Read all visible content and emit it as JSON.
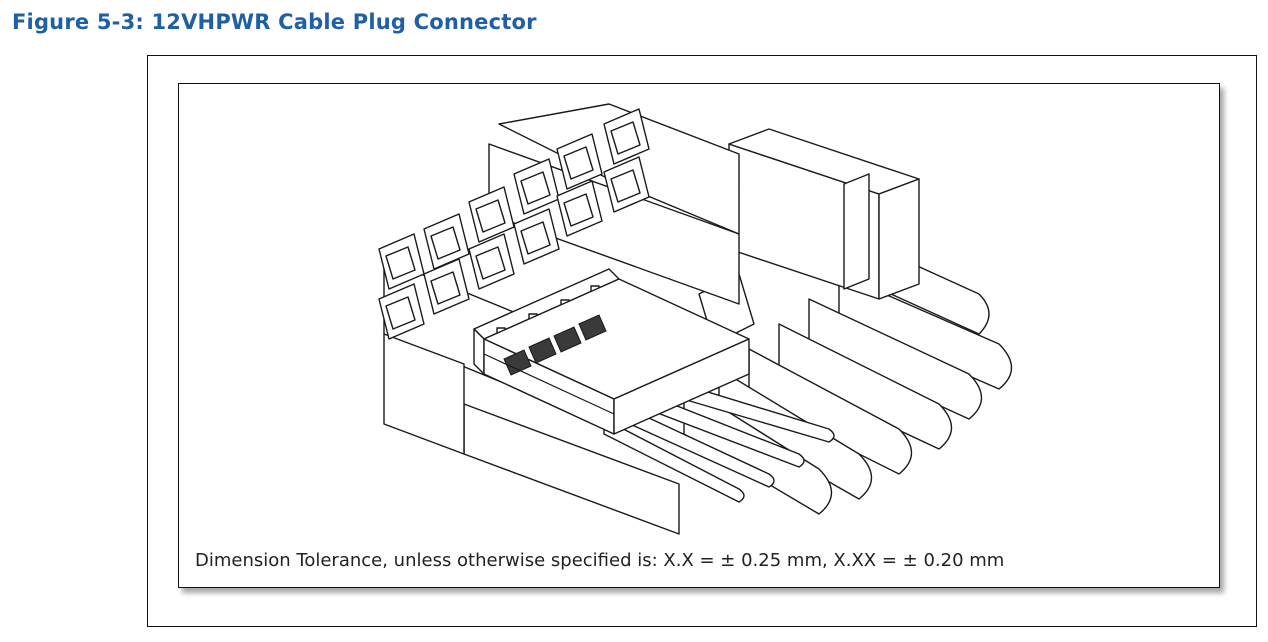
{
  "figure": {
    "title": "Figure 5-3: 12VHPWR Cable Plug Connector",
    "note": "Dimension Tolerance, unless otherwise specified is:  X.X = ± 0.25 mm, X.XX = ± 0.20 mm",
    "title_color": "#1f5fa6"
  },
  "illustration": {
    "subject": "12VHPWR cable plug connector line drawing",
    "icon": "connector-drawing"
  }
}
